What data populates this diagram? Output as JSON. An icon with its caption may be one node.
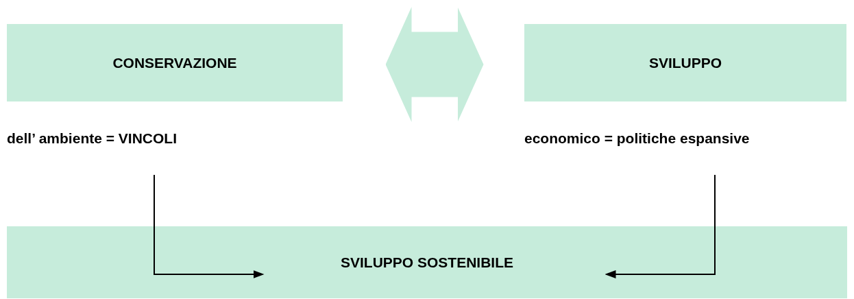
{
  "diagram": {
    "nodes": [
      {
        "text": [
          "CONSERVAZIONE"
        ],
        "beside": [
          "dell’ ambiente = VINCOLI"
        ]
      },
      {
        "text": [
          "SVILUPPO"
        ],
        "beside": [
          "economico = politiche espansive"
        ]
      },
      {
        "text": [
          "SVILUPPO SOSTENIBILE"
        ]
      }
    ],
    "edges": [
      {
        "from": 0,
        "to": 1,
        "arrow": "both",
        "style": "thick",
        "color": "#c6ecdb"
      },
      {
        "from": 0,
        "to": 2,
        "arrow": "to"
      },
      {
        "from": 1,
        "to": 2,
        "arrow": "to"
      }
    ]
  }
}
